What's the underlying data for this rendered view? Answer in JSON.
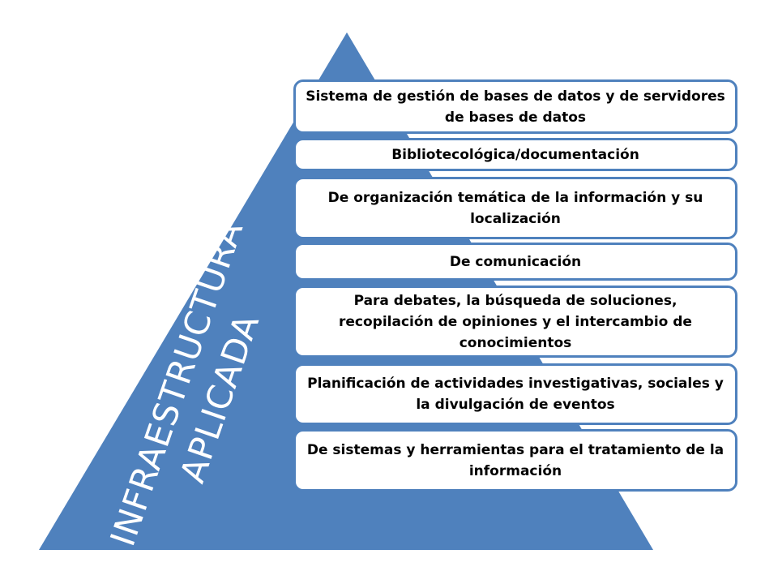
{
  "title_lines": [
    "INFRAESTRUCTURA",
    "APLICADA"
  ],
  "layers": [
    {
      "text": "Sistema de gestión de bases de datos y de servidores de bases de datos"
    },
    {
      "text": "Bibliotecológica/documentación"
    },
    {
      "text": "De organización temática de la información y su localización"
    },
    {
      "text": "De comunicación"
    },
    {
      "text": "Para debates, la búsqueda de soluciones, recopilación de opiniones y el intercambio de conocimientos"
    },
    {
      "text": "Planificación de actividades investigativas, sociales y la divulgación de eventos"
    },
    {
      "text": "De sistemas y herramientas para el tratamiento de la información"
    }
  ],
  "colors": {
    "pyramid_fill": "#4f81bd",
    "box_border": "#4f81bd",
    "box_fill": "#ffffff",
    "text": "#000000",
    "title_text": "#ffffff"
  }
}
